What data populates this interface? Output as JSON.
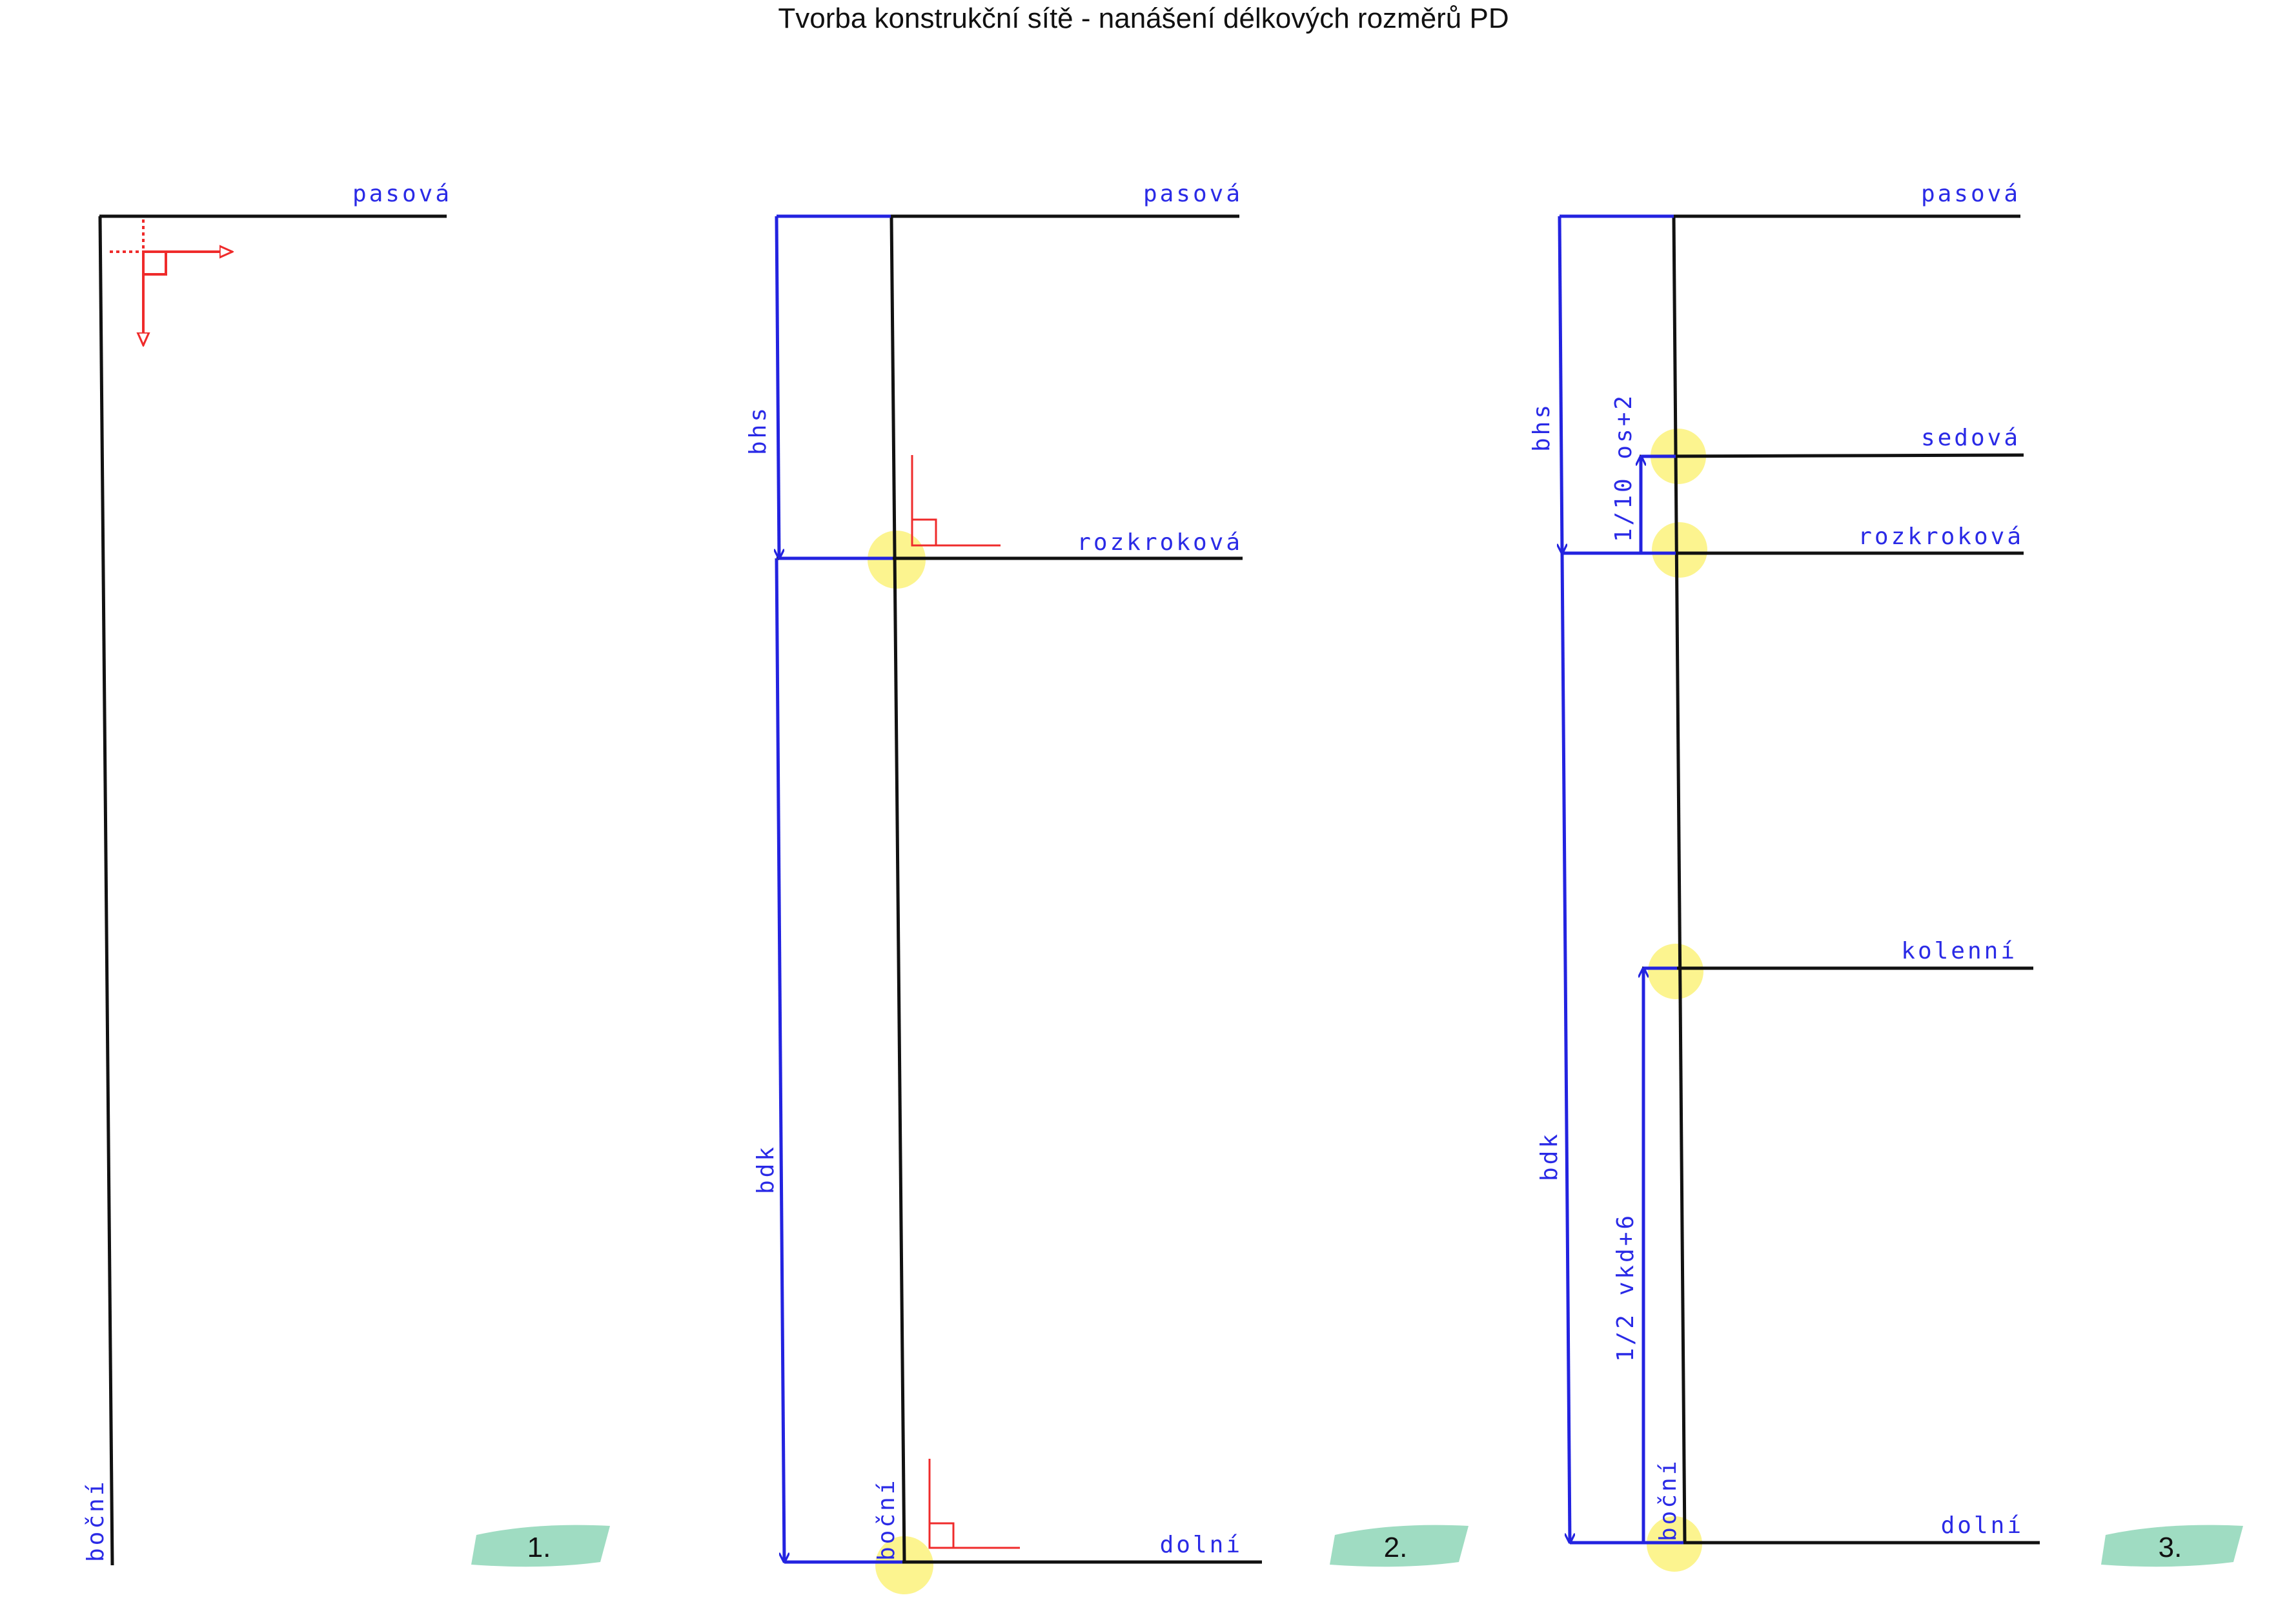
{
  "title": "Tvorba konstrukční sítě - nanášení délkových rozměrů PD",
  "colors": {
    "construction_line": "#111111",
    "measure_line": "#2323e0",
    "right_angle_marker": "#ef2b2b",
    "highlight": "#fbf06a",
    "badge": "#9fdcc2"
  },
  "panels": [
    {
      "badge": "1.",
      "labels": {
        "pasova": "pasová",
        "bocni": "boční"
      }
    },
    {
      "badge": "2.",
      "labels": {
        "pasova": "pasová",
        "rozkrokova": "rozkroková",
        "dolni": "dolní",
        "bocni": "boční",
        "bhs": "bhs",
        "bdk": "bdk"
      }
    },
    {
      "badge": "3.",
      "labels": {
        "pasova": "pasová",
        "sedova": "sedová",
        "rozkrokova": "rozkroková",
        "kolenni": "kolenní",
        "dolni": "dolní",
        "bocni": "boční",
        "bhs": "bhs",
        "bdk": "bdk",
        "seat_formula": "1/10 os+2",
        "knee_formula": "1/2 vkd+6"
      }
    }
  ]
}
